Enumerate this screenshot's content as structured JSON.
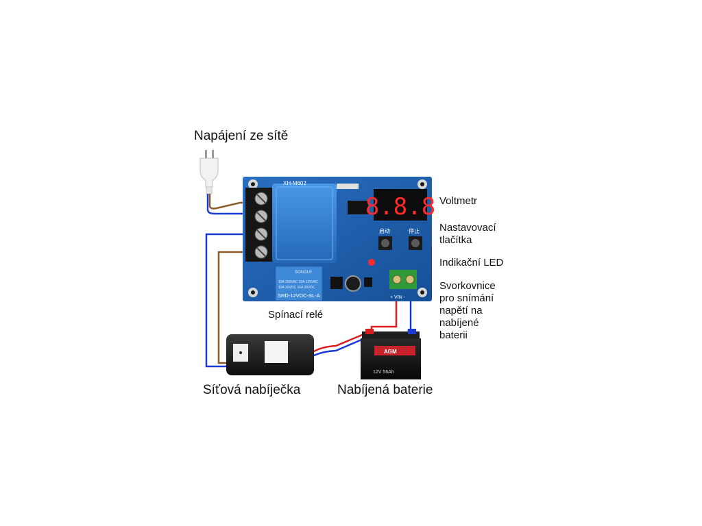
{
  "labels": {
    "mains_power": "Napájení ze sítě",
    "voltmeter": "Voltmetr",
    "setting_buttons": [
      "Nastavovací",
      "tlačítka"
    ],
    "indicator_led": "Indikační LED",
    "sense_terminal": [
      "Svorkovnice",
      "pro snímání",
      "napětí na",
      "nabíjené",
      "baterii"
    ],
    "switching_relay": "Spínací relé",
    "mains_charger": "Síťová nabíječka",
    "charged_battery": "Nabíjená baterie"
  },
  "board": {
    "model": "XH-M602",
    "display": "8.8.8",
    "button_start": "启动",
    "button_stop": "停止",
    "relay_brand": "SONGLE",
    "relay_model": "SRD-12VDC-SL-A",
    "relay_rating_1": "10A 250VAC  10A 125VAC",
    "relay_rating_2": "10A 30VDC  10A 28VDC",
    "terminal_marks": "+  VIN  -"
  },
  "battery": {
    "brand": "AGM",
    "spec": "12V 56Ah"
  },
  "colors": {
    "board": "#1c5fae",
    "transformer": "#2f7fd0",
    "relay": "#3e88d8",
    "terminal_green": "#2e9a3a",
    "wire_red": "#d81e1e",
    "wire_blue": "#1b3bd6",
    "wire_brown": "#8a5a2b",
    "display_red": "#ff2a2a"
  }
}
